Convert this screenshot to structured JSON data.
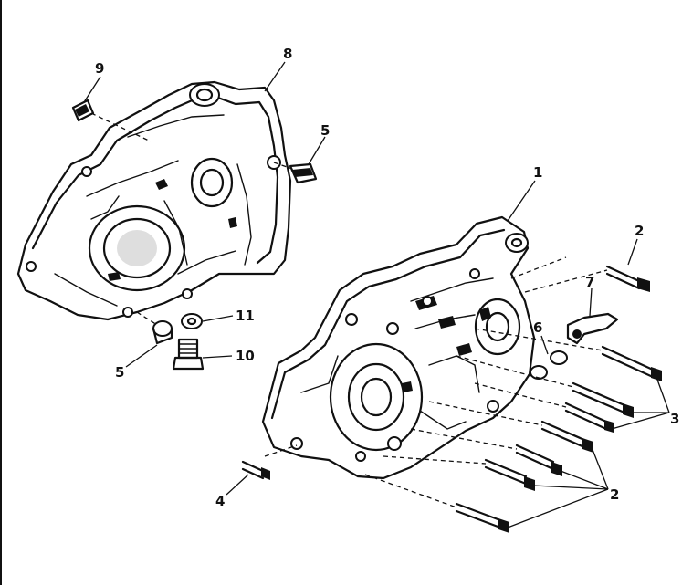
{
  "callouts": {
    "c1": "1",
    "c2a": "2",
    "c2b": "2",
    "c3": "3",
    "c4": "4",
    "c5a": "5",
    "c5b": "5",
    "c6": "6",
    "c7": "7",
    "c8": "8",
    "c9": "9",
    "c10": "10",
    "c11": "11"
  }
}
